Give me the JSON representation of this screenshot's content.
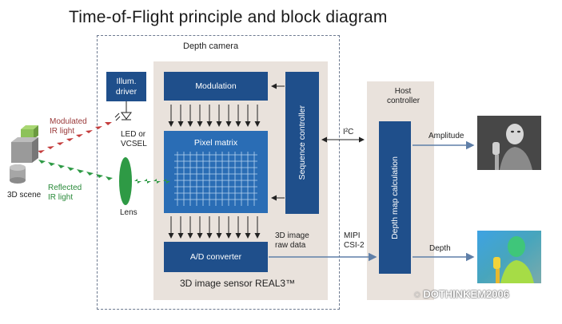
{
  "title": "Time-of-Flight principle and block diagram",
  "depth_camera": {
    "label": "Depth camera"
  },
  "illum_driver": {
    "label_line1": "Illum.",
    "label_line2": "driver"
  },
  "modulation": {
    "label": "Modulation"
  },
  "pixel_matrix": {
    "label": "Pixel matrix"
  },
  "ad_converter": {
    "label": "A/D converter"
  },
  "sequence_controller": {
    "label": "Sequence controller"
  },
  "sensor": {
    "label": "3D image sensor REAL3™"
  },
  "led": {
    "line1": "LED or",
    "line2": "VCSEL"
  },
  "lens": {
    "label": "Lens"
  },
  "modulated_light": {
    "line1": "Modulated",
    "line2": "IR light"
  },
  "reflected_light": {
    "line1": "Reflected",
    "line2": "IR light"
  },
  "scene": {
    "label": "3D scene"
  },
  "i2c": {
    "label": "I²C"
  },
  "raw_data": {
    "line1": "3D image",
    "line2": "raw data"
  },
  "mipi": {
    "line1": "MIPI",
    "line2": "CSI-2"
  },
  "host": {
    "line1": "Host",
    "line2": "controller"
  },
  "depth_map": {
    "label": "Depth map calculation"
  },
  "amplitude": {
    "label": "Amplitude"
  },
  "depth": {
    "label": "Depth"
  },
  "watermark": {
    "label": "DOTHINKEM2006"
  },
  "colors": {
    "block": "#1f4f8b",
    "panel": "#e9e2dc",
    "pixel": "#2a6db5",
    "modulated": "#c43c3c",
    "reflected": "#2e9a45"
  }
}
